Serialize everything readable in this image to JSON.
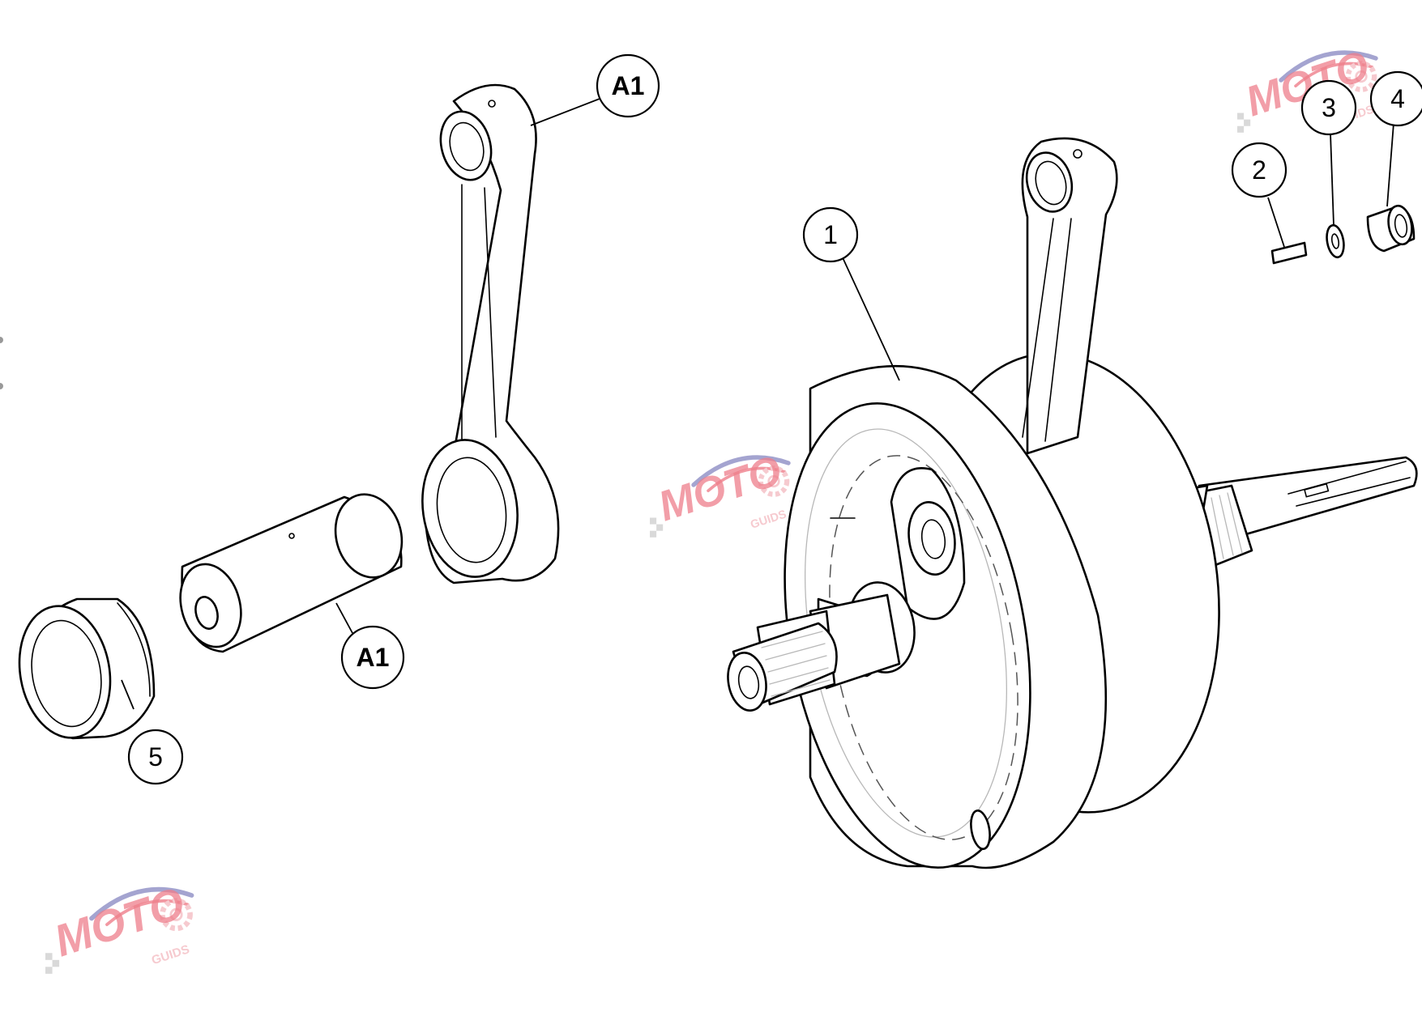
{
  "callouts": {
    "c1": "1",
    "c2": "2",
    "c3": "3",
    "c4": "4",
    "c5": "5",
    "a1_rod": "A1",
    "a1_pin": "A1"
  },
  "watermark": {
    "brand": "MOTO",
    "sub": "GUIDS",
    "colors": {
      "brand": "#e0152b",
      "swoosh": "#3b3b9a",
      "gear": "#f0a0a8"
    }
  }
}
